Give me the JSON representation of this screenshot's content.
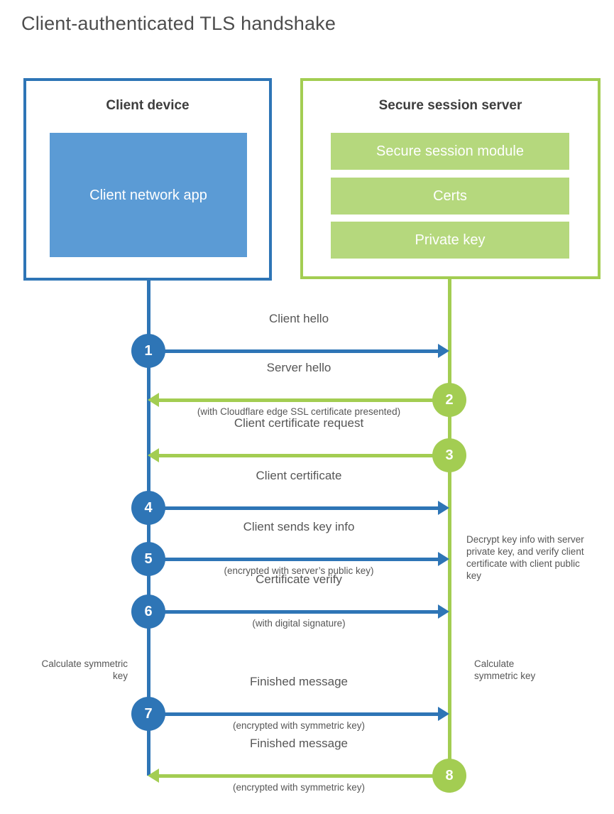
{
  "title": "Client-authenticated TLS handshake",
  "colors": {
    "blue": "#2e75b6",
    "blue_fill": "#5b9bd5",
    "green": "#a3cd52",
    "green_fill": "#b5d87d",
    "heading_text": "#3d3d3d",
    "label_text": "#565656"
  },
  "client_box": {
    "title": "Client device",
    "app_label": "Client network app"
  },
  "server_box": {
    "title": "Secure session server",
    "modules": [
      "Secure session module",
      "Certs",
      "Private key"
    ]
  },
  "steps": [
    {
      "num": "1",
      "label": "Client hello",
      "sub": "",
      "direction": "client-to-server",
      "color": "blue"
    },
    {
      "num": "2",
      "label": "Server hello",
      "sub": "(with Cloudflare edge SSL certificate presented)",
      "direction": "server-to-client",
      "color": "green"
    },
    {
      "num": "3",
      "label": "Client certificate request",
      "sub": "",
      "direction": "server-to-client",
      "color": "green"
    },
    {
      "num": "4",
      "label": "Client certificate",
      "sub": "",
      "direction": "client-to-server",
      "color": "blue"
    },
    {
      "num": "5",
      "label": "Client sends key info",
      "sub": "(encrypted with server’s public key)",
      "direction": "client-to-server",
      "color": "blue"
    },
    {
      "num": "6",
      "label": "Certificate verify",
      "sub": "(with digital signature)",
      "direction": "client-to-server",
      "color": "blue"
    },
    {
      "num": "7",
      "label": "Finished message",
      "sub": "(encrypted with symmetric key)",
      "direction": "client-to-server",
      "color": "blue"
    },
    {
      "num": "8",
      "label": "Finished message",
      "sub": "(encrypted with symmetric key)",
      "direction": "server-to-client",
      "color": "green"
    }
  ],
  "annotations": {
    "decrypt_note": "Decrypt key info with server private key, and verify client certificate with client public key",
    "calc_symmetric_left": "Calculate symmetric key",
    "calc_symmetric_right": "Calculate symmetric key"
  }
}
